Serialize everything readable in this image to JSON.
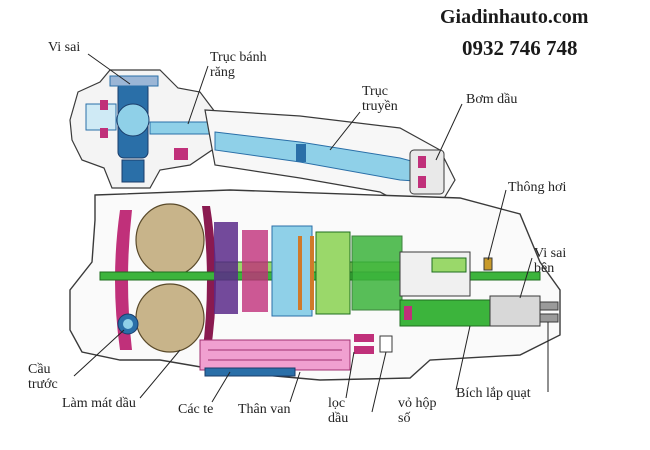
{
  "brand": {
    "site": "Giadinhauto.com",
    "phone": "0932 746 748"
  },
  "labels": {
    "vi_sai": "Vi sai",
    "truc_banh_rang": "Trục bánh\nrăng",
    "truc_truyen": "Trục\ntruyền",
    "bom_dau": "Bơm dầu",
    "thong_hoi": "Thông hơi",
    "vi_sai_ben": "Vi sai\nbên",
    "cau_truoc": "Cầu\ntrước",
    "lam_mat_dau": "Làm mát dầu",
    "cac_te": "Các te",
    "than_van": "Thân van",
    "loc_dau": "lọc\ndầu",
    "vo_hop_so": "vỏ hộp\nsố",
    "bich_lap_quat": "Bích lắp quạt"
  },
  "colors": {
    "outline": "#3a3a3a",
    "casing": "#ffffff",
    "shaft_blue": "#8fd0e8",
    "shaft_dark": "#2a6fa8",
    "gear_green": "#3cb43c",
    "gear_light_green": "#9ad86a",
    "torque_tan": "#c8b48a",
    "magenta": "#c0307a",
    "pink_valve": "#f0a0d0",
    "purple": "#5a2a8a",
    "leader": "#222222"
  }
}
